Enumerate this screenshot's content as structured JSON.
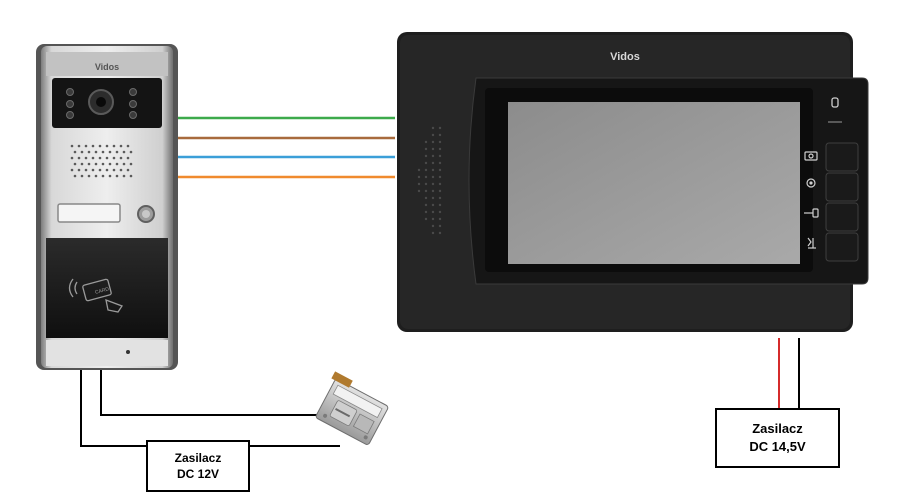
{
  "panel": {
    "brand": "Vidos"
  },
  "monitor": {
    "brand": "Vidos",
    "buttons": [
      {
        "icon": "camera-icon"
      },
      {
        "icon": "record-icon"
      },
      {
        "icon": "key-icon"
      },
      {
        "icon": "phone-icon"
      }
    ],
    "top_icon": "lock-icon"
  },
  "wires": [
    {
      "color": "#3daa4c"
    },
    {
      "color": "#a86b3d"
    },
    {
      "color": "#3b9fd8"
    },
    {
      "color": "#f08a2e"
    }
  ],
  "psu_panel": {
    "line1": "Zasilacz",
    "line2": "DC 12V"
  },
  "psu_monitor": {
    "line1": "Zasilacz",
    "line2": "DC 14,5V",
    "wire_colors": [
      "#d52b2b",
      "#000000"
    ]
  },
  "card_reader": {
    "label": "CARD"
  }
}
